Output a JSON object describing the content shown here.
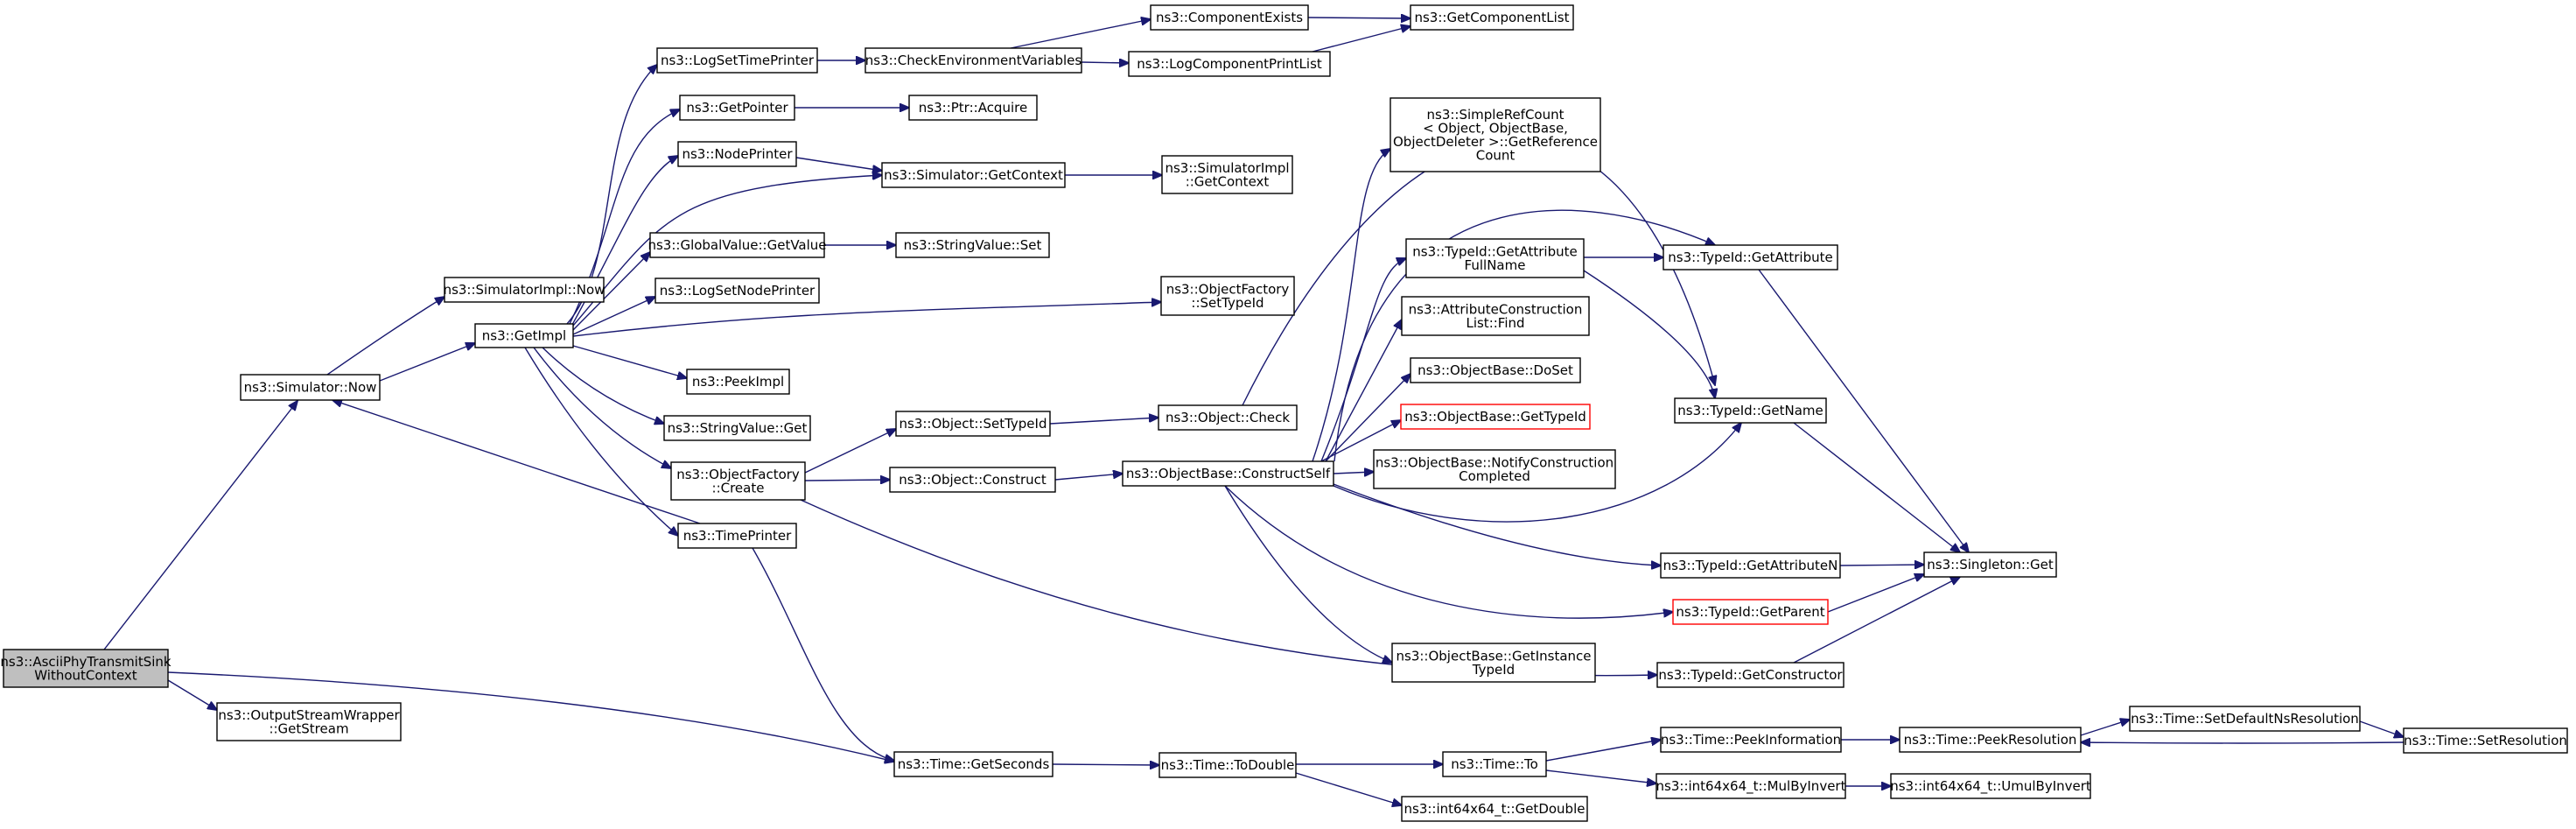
{
  "diagram": {
    "nodes": [
      {
        "id": "root",
        "lines": [
          "ns3::AsciiPhyTransmitSink",
          "WithoutContext"
        ],
        "style": "root"
      },
      {
        "id": "simnow",
        "lines": [
          "ns3::Simulator::Now"
        ]
      },
      {
        "id": "osw",
        "lines": [
          "ns3::OutputStreamWrapper",
          "::GetStream"
        ]
      },
      {
        "id": "getsec",
        "lines": [
          "ns3::Time::GetSeconds"
        ]
      },
      {
        "id": "simimplnow",
        "lines": [
          "ns3::SimulatorImpl::Now"
        ]
      },
      {
        "id": "getimpl",
        "lines": [
          "ns3::GetImpl"
        ]
      },
      {
        "id": "logsettime",
        "lines": [
          "ns3::LogSetTimePrinter"
        ]
      },
      {
        "id": "getpointer",
        "lines": [
          "ns3::GetPointer"
        ]
      },
      {
        "id": "nodeprinter",
        "lines": [
          "ns3::NodePrinter"
        ]
      },
      {
        "id": "gvgetvalue",
        "lines": [
          "ns3::GlobalValue::GetValue"
        ]
      },
      {
        "id": "logsetnode",
        "lines": [
          "ns3::LogSetNodePrinter"
        ]
      },
      {
        "id": "peekimpl",
        "lines": [
          "ns3::PeekImpl"
        ]
      },
      {
        "id": "svget",
        "lines": [
          "ns3::StringValue::Get"
        ]
      },
      {
        "id": "ofcreate",
        "lines": [
          "ns3::ObjectFactory",
          "::Create"
        ]
      },
      {
        "id": "timeprinter",
        "lines": [
          "ns3::TimePrinter"
        ]
      },
      {
        "id": "checkenv",
        "lines": [
          "ns3::CheckEnvironmentVariables"
        ]
      },
      {
        "id": "ptracquire",
        "lines": [
          "ns3::Ptr::Acquire"
        ]
      },
      {
        "id": "simgetctx",
        "lines": [
          "ns3::Simulator::GetContext"
        ]
      },
      {
        "id": "svset",
        "lines": [
          "ns3::StringValue::Set"
        ]
      },
      {
        "id": "objsettid",
        "lines": [
          "ns3::Object::SetTypeId"
        ]
      },
      {
        "id": "objconstruct",
        "lines": [
          "ns3::Object::Construct"
        ]
      },
      {
        "id": "compexists",
        "lines": [
          "ns3::ComponentExists"
        ]
      },
      {
        "id": "logcompprint",
        "lines": [
          "ns3::LogComponentPrintList"
        ]
      },
      {
        "id": "simimplctx",
        "lines": [
          "ns3::SimulatorImpl",
          "::GetContext"
        ]
      },
      {
        "id": "ofsettid",
        "lines": [
          "ns3::ObjectFactory",
          "::SetTypeId"
        ]
      },
      {
        "id": "objcheck",
        "lines": [
          "ns3::Object::Check"
        ]
      },
      {
        "id": "obconstructself",
        "lines": [
          "ns3::ObjectBase::ConstructSelf"
        ]
      },
      {
        "id": "todouble",
        "lines": [
          "ns3::Time::ToDouble"
        ]
      },
      {
        "id": "getcomplist",
        "lines": [
          "ns3::GetComponentList"
        ]
      },
      {
        "id": "srcgetref",
        "lines": [
          "ns3::SimpleRefCount",
          "< Object, ObjectBase,",
          "ObjectDeleter >::GetReference",
          "Count"
        ]
      },
      {
        "id": "tidattrfull",
        "lines": [
          "ns3::TypeId::GetAttribute",
          "FullName"
        ]
      },
      {
        "id": "acl",
        "lines": [
          "ns3::AttributeConstruction",
          "List::Find"
        ]
      },
      {
        "id": "obdoset",
        "lines": [
          "ns3::ObjectBase::DoSet"
        ]
      },
      {
        "id": "obgettid",
        "lines": [
          "ns3::ObjectBase::GetTypeId"
        ],
        "style": "trunc"
      },
      {
        "id": "obnotify",
        "lines": [
          "ns3::ObjectBase::NotifyConstruction",
          "Completed"
        ]
      },
      {
        "id": "obgetinst",
        "lines": [
          "ns3::ObjectBase::GetInstance",
          "TypeId"
        ]
      },
      {
        "id": "timeto",
        "lines": [
          "ns3::Time::To"
        ]
      },
      {
        "id": "i64getdouble",
        "lines": [
          "ns3::int64x64_t::GetDouble"
        ]
      },
      {
        "id": "tidgetattr",
        "lines": [
          "ns3::TypeId::GetAttribute"
        ]
      },
      {
        "id": "tidgetname",
        "lines": [
          "ns3::TypeId::GetName"
        ]
      },
      {
        "id": "tidgetattrn",
        "lines": [
          "ns3::TypeId::GetAttributeN"
        ]
      },
      {
        "id": "tidgetparent",
        "lines": [
          "ns3::TypeId::GetParent"
        ],
        "style": "trunc"
      },
      {
        "id": "tidgetctor",
        "lines": [
          "ns3::TypeId::GetConstructor"
        ]
      },
      {
        "id": "timepeekinfo",
        "lines": [
          "ns3::Time::PeekInformation"
        ]
      },
      {
        "id": "i64mulbyinv",
        "lines": [
          "ns3::int64x64_t::MulByInvert"
        ]
      },
      {
        "id": "singletonget",
        "lines": [
          "ns3::Singleton::Get"
        ]
      },
      {
        "id": "timepeekres",
        "lines": [
          "ns3::Time::PeekResolution"
        ]
      },
      {
        "id": "i64umulbyinv",
        "lines": [
          "ns3::int64x64_t::UmulByInvert"
        ]
      },
      {
        "id": "timesetdefns",
        "lines": [
          "ns3::Time::SetDefaultNsResolution"
        ]
      },
      {
        "id": "timesetres",
        "lines": [
          "ns3::Time::SetResolution"
        ]
      }
    ],
    "edges": [
      [
        "root",
        "simnow"
      ],
      [
        "root",
        "osw"
      ],
      [
        "root",
        "getsec"
      ],
      [
        "simnow",
        "simimplnow"
      ],
      [
        "simnow",
        "getimpl"
      ],
      [
        "getimpl",
        "logsettime"
      ],
      [
        "getimpl",
        "getpointer"
      ],
      [
        "getimpl",
        "nodeprinter"
      ],
      [
        "getimpl",
        "simgetctx"
      ],
      [
        "getimpl",
        "gvgetvalue"
      ],
      [
        "getimpl",
        "logsetnode"
      ],
      [
        "getimpl",
        "ofsettid"
      ],
      [
        "getimpl",
        "peekimpl"
      ],
      [
        "getimpl",
        "svget"
      ],
      [
        "getimpl",
        "ofcreate"
      ],
      [
        "getimpl",
        "timeprinter"
      ],
      [
        "logsettime",
        "checkenv"
      ],
      [
        "checkenv",
        "compexists"
      ],
      [
        "checkenv",
        "logcompprint"
      ],
      [
        "compexists",
        "getcomplist"
      ],
      [
        "logcompprint",
        "getcomplist"
      ],
      [
        "getpointer",
        "ptracquire"
      ],
      [
        "nodeprinter",
        "simgetctx"
      ],
      [
        "simgetctx",
        "simimplctx"
      ],
      [
        "gvgetvalue",
        "svset"
      ],
      [
        "ofcreate",
        "objsettid"
      ],
      [
        "ofcreate",
        "objconstruct"
      ],
      [
        "ofcreate",
        "tidgetctor"
      ],
      [
        "objsettid",
        "objcheck"
      ],
      [
        "objcheck",
        "tidgetname"
      ],
      [
        "objconstruct",
        "obconstructself"
      ],
      [
        "obconstructself",
        "srcgetref"
      ],
      [
        "obconstructself",
        "tidattrfull"
      ],
      [
        "obconstructself",
        "acl"
      ],
      [
        "obconstructself",
        "obdoset"
      ],
      [
        "obconstructself",
        "obgettid"
      ],
      [
        "obconstructself",
        "obnotify"
      ],
      [
        "obconstructself",
        "obgetinst"
      ],
      [
        "obconstructself",
        "tidgetattr"
      ],
      [
        "obconstructself",
        "tidgetname"
      ],
      [
        "obconstructself",
        "tidgetattrn"
      ],
      [
        "obconstructself",
        "tidgetparent"
      ],
      [
        "tidattrfull",
        "tidgetattr"
      ],
      [
        "tidattrfull",
        "tidgetname"
      ],
      [
        "tidgetattr",
        "singletonget"
      ],
      [
        "tidgetname",
        "singletonget"
      ],
      [
        "tidgetattrn",
        "singletonget"
      ],
      [
        "tidgetparent",
        "singletonget"
      ],
      [
        "tidgetctor",
        "singletonget"
      ],
      [
        "timeprinter",
        "simnow"
      ],
      [
        "timeprinter",
        "getsec"
      ],
      [
        "getsec",
        "todouble"
      ],
      [
        "todouble",
        "timeto"
      ],
      [
        "todouble",
        "i64getdouble"
      ],
      [
        "timeto",
        "timepeekinfo"
      ],
      [
        "timeto",
        "i64mulbyinv"
      ],
      [
        "timepeekinfo",
        "timepeekres"
      ],
      [
        "timepeekres",
        "timesetdefns"
      ],
      [
        "timesetdefns",
        "timesetres"
      ],
      [
        "timesetres",
        "timepeekres"
      ],
      [
        "i64mulbyinv",
        "i64umulbyinv"
      ]
    ]
  }
}
